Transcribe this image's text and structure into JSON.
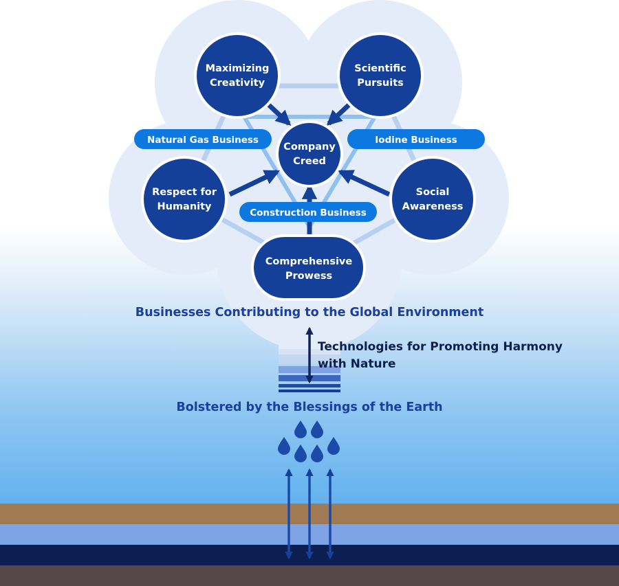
{
  "nodes": {
    "creativity": {
      "line1": "Maximizing",
      "line2": "Creativity"
    },
    "scientific": {
      "line1": "Scientific",
      "line2": "Pursuits"
    },
    "creed": {
      "line1": "Company",
      "line2": "Creed"
    },
    "humanity": {
      "line1": "Respect for",
      "line2": "Humanity"
    },
    "social": {
      "line1": "Social",
      "line2": "Awareness"
    },
    "prowess": {
      "line1": "Comprehensive",
      "line2": "Prowess"
    }
  },
  "businesses": {
    "natural_gas": "Natural Gas Business",
    "iodine": "Iodine Business",
    "construction": "Construction Business"
  },
  "headings": {
    "global": "Businesses Contributing to the Global Environment",
    "technologies_line1": "Technologies for Promoting Harmony",
    "technologies_line2": "with Nature",
    "earth": "Bolstered by the Blessings of the Earth"
  },
  "colors": {
    "node_fill": "#15409a",
    "pill_fill": "#0d78e0",
    "halo": "#e3ecf8",
    "heading": "#1a3f9c",
    "soil_brown": "#a07a52",
    "soil_blue": "#7ea4e6",
    "soil_navy": "#0d1f52",
    "soil_dark": "#534847"
  },
  "icons": [
    "water-drop-icon",
    "up-down-arrow-icon"
  ]
}
